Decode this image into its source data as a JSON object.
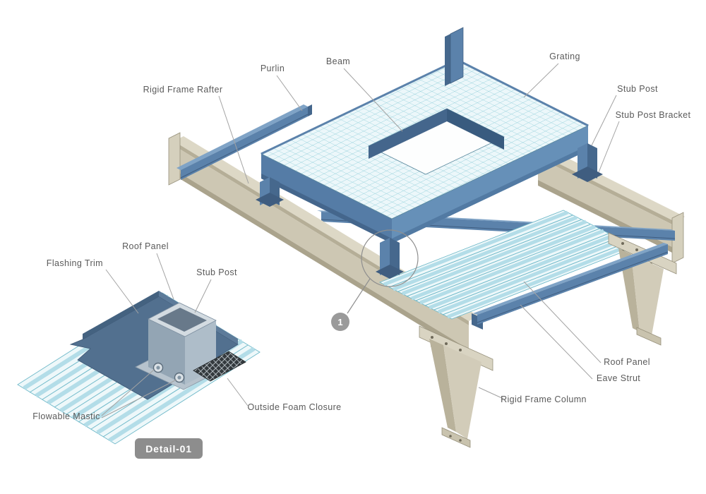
{
  "diagram": {
    "main_labels": {
      "rigid_frame_rafter": "Rigid Frame Rafter",
      "purlin": "Purlin",
      "beam": "Beam",
      "grating": "Grating",
      "stub_post": "Stub Post",
      "stub_post_bracket": "Stub Post Bracket",
      "roof_panel": "Roof Panel",
      "eave_strut": "Eave Strut",
      "rigid_frame_column": "Rigid Frame Column"
    },
    "detail_labels": {
      "flashing_trim": "Flashing Trim",
      "roof_panel": "Roof Panel",
      "stub_post": "Stub Post",
      "flowable_mastic": "Flowable Mastic",
      "outside_foam_closure": "Outside Foam Closure"
    },
    "callout_number": "1",
    "detail_badge": "Detail-01",
    "colors": {
      "steel_blue": "#5b82ab",
      "steel_blue_dark": "#44668c",
      "grating_fill": "#ecf7fa",
      "grating_line": "#8fced9",
      "panel_stripe": "#b3dde8",
      "frame_tan": "#d2ccb9",
      "frame_tan_dark": "#b5ae97",
      "flashing_trim": "#52708f",
      "label_text": "#5a5a5a",
      "leader_line": "#a3a3a3",
      "badge_bg": "#8d8d8d",
      "callout_bg": "#9a9a9a"
    }
  }
}
